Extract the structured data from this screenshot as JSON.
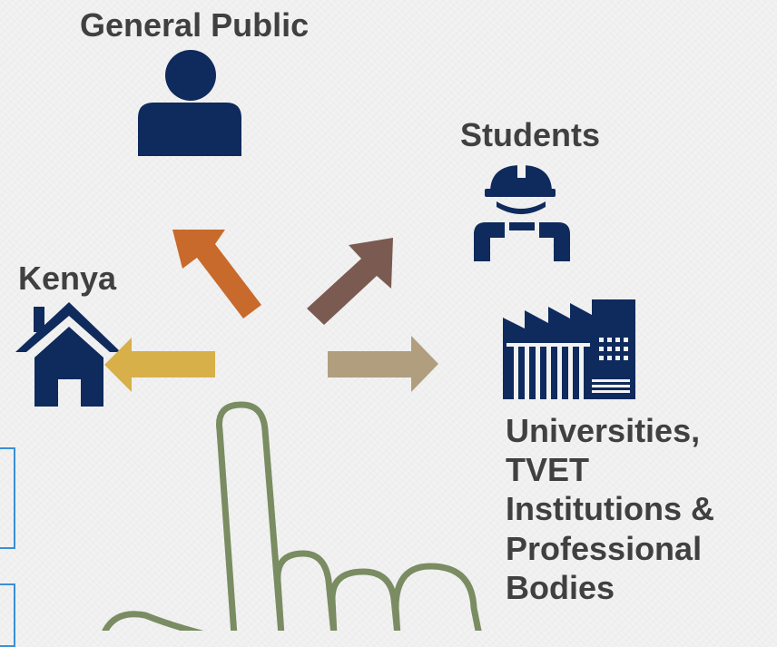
{
  "labels": {
    "general_public": "General Public",
    "students": "Students",
    "kenya": "Kenya",
    "universities": [
      "Universities,",
      "TVET",
      "Institutions &",
      "Professional",
      "Bodies"
    ]
  },
  "colors": {
    "icon_navy": "#0f2a5c",
    "arrow_general_public": "#c86a2c",
    "arrow_students": "#7b5a52",
    "arrow_kenya": "#d7b04a",
    "arrow_universities": "#b09e7e",
    "hand_outline": "#7a8c62",
    "label_text": "#404040",
    "frame_border": "#3a8fd6"
  },
  "icons": {
    "general_public": "person-icon",
    "students": "hardhat-worker-icon",
    "kenya": "house-icon",
    "universities": "factory-icon",
    "pointer": "pointing-hand-icon"
  }
}
